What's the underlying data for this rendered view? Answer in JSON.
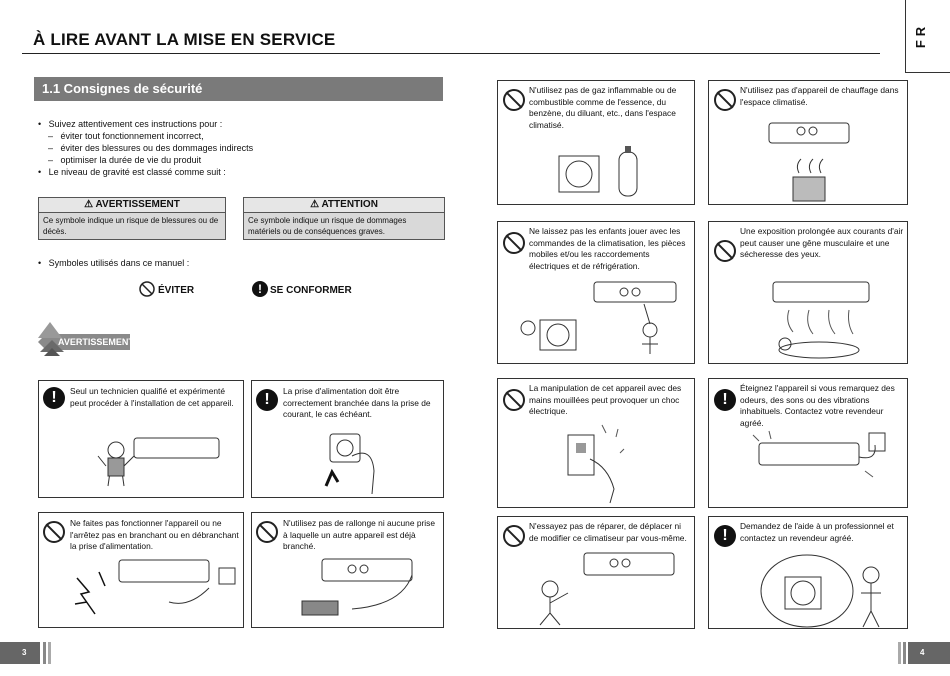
{
  "header": {
    "title": "À LIRE AVANT LA MISE EN SERVICE",
    "lang_tab": "FR"
  },
  "section": {
    "title": "1.1 Consignes de sécurité"
  },
  "intro": {
    "bullet1": "Suivez attentivement ces instructions pour :",
    "sub1": "éviter tout fonctionnement incorrect,",
    "sub2": "éviter des blessures ou des dommages indirects",
    "sub3": "optimiser la durée de vie du produit",
    "bullet2": "Le niveau de gravité est classé comme suit :"
  },
  "severity": {
    "warning_title": "AVERTISSEMENT",
    "warning_text": "Ce symbole indique un risque de blessures ou de décès.",
    "caution_title": "ATTENTION",
    "caution_text": "Ce symbole indique un risque de dommages matériels ou de conséquences graves."
  },
  "symbols": {
    "intro": "Symboles utilisés dans ce manuel :",
    "avoid": "ÉVITER",
    "comply": "SE CONFORMER"
  },
  "warning_badge": "AVERTISSEMENT",
  "cards_left": [
    {
      "icon": "comply",
      "text": "Seul un technicien qualifié et expérimenté peut procéder à l'installation de cet appareil."
    },
    {
      "icon": "comply",
      "text": "La prise d'alimentation doit être correctement branchée dans la prise de courant, le cas échéant."
    },
    {
      "icon": "avoid",
      "text": "Ne faites pas fonctionner l'appareil ou ne l'arrêtez pas en branchant ou en débranchant la prise d'alimentation."
    },
    {
      "icon": "avoid",
      "text": "N'utilisez pas de rallonge ni aucune prise à laquelle un autre appareil est déjà branché."
    }
  ],
  "cards_right": [
    {
      "icon": "avoid",
      "text": "N'utilisez pas de gaz inflammable ou de combustible comme de l'essence, du benzène, du diluant, etc., dans l'espace climatisé."
    },
    {
      "icon": "avoid",
      "text": "N'utilisez pas d'appareil de chauffage dans l'espace climatisé."
    },
    {
      "icon": "avoid",
      "text": "Ne laissez pas les enfants jouer avec les commandes de la climatisation, les pièces mobiles et/ou les raccordements électriques et de réfrigération."
    },
    {
      "icon": "avoid",
      "text": "Une exposition prolongée aux courants d'air peut causer une gêne musculaire et une sécheresse des yeux."
    },
    {
      "icon": "avoid",
      "text": "La manipulation de cet appareil avec des mains mouillées peut provoquer un choc électrique."
    },
    {
      "icon": "comply",
      "text": "Éteignez l'appareil si vous remarquez des odeurs, des sons ou des vibrations inhabituels. Contactez votre revendeur agréé."
    },
    {
      "icon": "avoid",
      "text": "N'essayez pas de réparer, de déplacer ni de modifier ce climatiseur par vous-même."
    },
    {
      "icon": "comply",
      "text": "Demandez de l'aide à un professionnel et contactez un revendeur agréé."
    }
  ],
  "footer": {
    "page_left": "3",
    "page_right": "4"
  }
}
